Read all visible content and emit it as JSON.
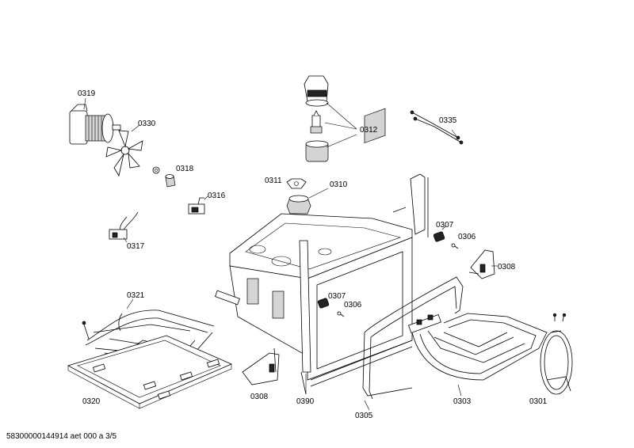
{
  "diagram": {
    "labels": {
      "p0319": "0319",
      "p0330": "0330",
      "p0318": "0318",
      "p0316": "0316",
      "p0317": "0317",
      "p0321": "0321",
      "p0320": "0320",
      "p0312": "0312",
      "p0335": "0335",
      "p0311": "0311",
      "p0310": "0310",
      "p0307a": "0307",
      "p0306a": "0306",
      "p0308a": "0308",
      "p0307b": "0307",
      "p0306b": "0306",
      "p0308b": "0308",
      "p0390": "0390",
      "p0305": "0305",
      "p0303": "0303",
      "p0301": "0301"
    },
    "footer": "58300000144914 aet 000 a 3/5"
  }
}
